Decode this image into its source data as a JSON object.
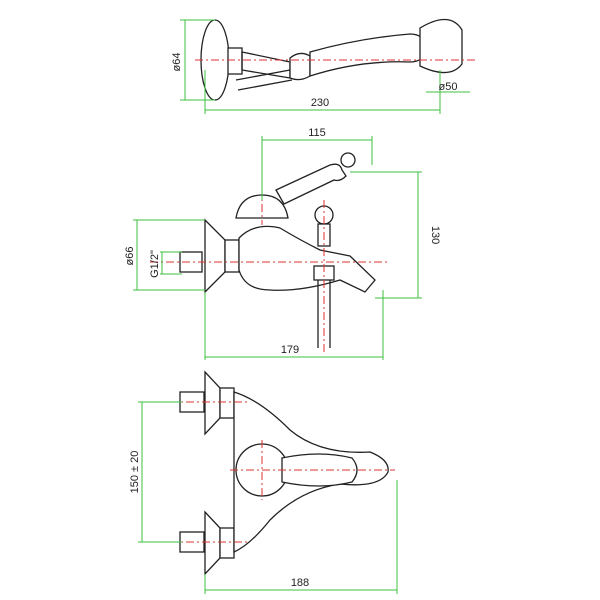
{
  "dimensions": {
    "shower_bracket_diameter": "ø64",
    "shower_length": "230",
    "shower_head_diameter": "ø50",
    "handle_width": "115",
    "mixer_height": "130",
    "wall_plate_diameter": "ø66",
    "thread": "G1/2\"",
    "spout_length": "179",
    "center_distance": "150 ± 20",
    "overall_depth": "188"
  }
}
